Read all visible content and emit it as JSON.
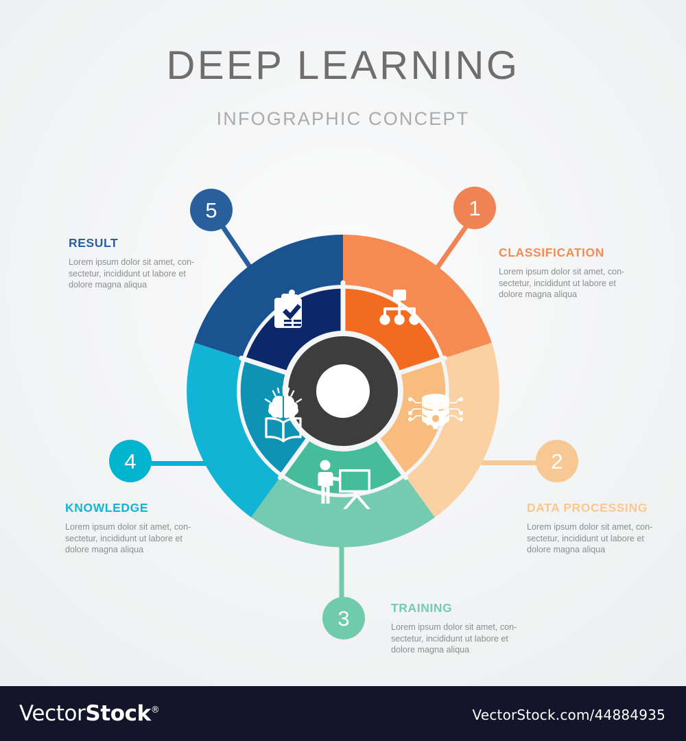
{
  "header": {
    "title": "DEEP LEARNING",
    "subtitle": "INFOGRAPHIC CONCEPT",
    "title_color": "#6e6e6e",
    "subtitle_color": "#a9aaac"
  },
  "center": {
    "ring_color": "#3d3d3d",
    "hole_color": "#ffffff"
  },
  "steps": [
    {
      "number": "1",
      "label": "CLASSIFICATION",
      "description": "Lorem ipsum dolor sit amet, con-sectetur, incididunt ut labore et dolore magna aliqua",
      "desc_line1": "Lorem ipsum dolor sit amet, con-",
      "desc_line2": "sectetur, incididunt ut labore et",
      "desc_line3": "dolore magna aliqua",
      "color": "#ef8354",
      "segment_inner": "#f26b21",
      "segment_outer": "#f58b52",
      "icon": "hierarchy-icon"
    },
    {
      "number": "2",
      "label": "DATA PROCESSING",
      "description": "Lorem ipsum dolor sit amet, con-sectetur, incididunt ut labore et dolore magna aliqua",
      "desc_line1": "Lorem ipsum dolor sit amet, con-",
      "desc_line2": "sectetur, incididunt ut labore et",
      "desc_line3": "dolore magna aliqua",
      "color": "#f8c894",
      "segment_inner": "#f8bc7e",
      "segment_outer": "#fbd1a3",
      "icon": "database-gear-icon"
    },
    {
      "number": "3",
      "label": "TRAINING",
      "description": "Lorem ipsum dolor sit amet, con-sectetur, incididunt ut labore et dolore magna aliqua",
      "desc_line1": "Lorem ipsum dolor sit amet, con-",
      "desc_line2": "sectetur, incididunt ut labore et",
      "desc_line3": "dolore magna aliqua",
      "color": "#6fcbab",
      "segment_inner": "#45bd9a",
      "segment_outer": "#74cbaf",
      "icon": "presentation-training-icon"
    },
    {
      "number": "4",
      "label": "KNOWLEDGE",
      "description": "Lorem ipsum dolor sit amet, con-sectetur, incididunt ut labore et dolore magna aliqua",
      "desc_line1": "Lorem ipsum dolor sit amet, con-",
      "desc_line2": "sectetur, incididunt ut labore et",
      "desc_line3": "dolore magna aliqua",
      "color": "#00b4d0",
      "segment_inner": "#0e93b5",
      "segment_outer": "#11b4d4",
      "icon": "brain-book-icon"
    },
    {
      "number": "5",
      "label": "RESULT",
      "description": "Lorem ipsum dolor sit amet, con-sectetur, incididunt ut labore et dolore magna aliqua",
      "desc_line1": "Lorem ipsum dolor sit amet, con-",
      "desc_line2": "sectetur, incididunt ut labore et",
      "desc_line3": "dolore magna aliqua",
      "color": "#2a5f9e",
      "segment_inner": "#0d276b",
      "segment_outer": "#1b5391",
      "icon": "clipboard-check-icon"
    }
  ],
  "footer": {
    "logo_vector": "Vector",
    "logo_stock": "Stock",
    "logo_reg": "®",
    "url": "VectorStock.com/44884935",
    "background": "#14142a"
  },
  "chart_data": {
    "type": "pie",
    "title": "DEEP LEARNING",
    "categories": [
      "CLASSIFICATION",
      "DATA PROCESSING",
      "TRAINING",
      "KNOWLEDGE",
      "RESULT"
    ],
    "values": [
      20,
      20,
      20,
      20,
      20
    ],
    "colors": [
      "#f26b21",
      "#f8bc7e",
      "#45bd9a",
      "#0e93b5",
      "#0d276b"
    ],
    "legend": "labels-around-wheel",
    "donut_hole_ratio": 0.33
  }
}
